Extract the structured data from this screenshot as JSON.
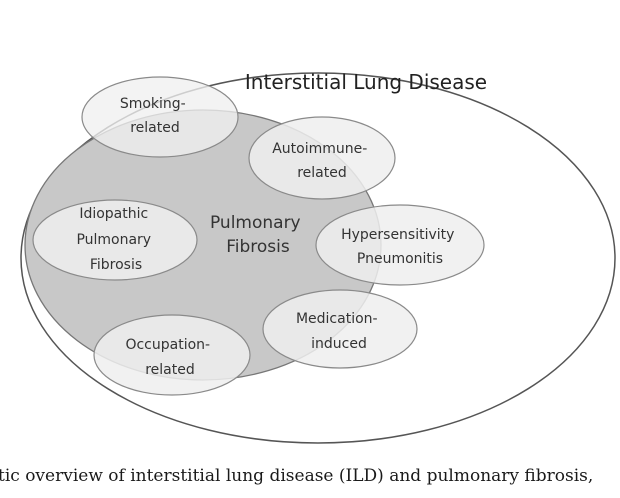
{
  "diagram": {
    "outer_label": "Interstitial Lung Disease",
    "inner_label": [
      "Pulmonary",
      "Fibrosis"
    ],
    "subtypes": [
      {
        "id": "smoking",
        "lines": [
          "Smoking-",
          "related"
        ]
      },
      {
        "id": "autoimmune",
        "lines": [
          "Autoimmune-",
          "related"
        ]
      },
      {
        "id": "idiopathic",
        "lines": [
          "Idiopathic",
          "Pulmonary",
          "Fibrosis"
        ]
      },
      {
        "id": "hypersensitivity",
        "lines": [
          "Hypersensitivity",
          "Pneumonitis"
        ]
      },
      {
        "id": "medication",
        "lines": [
          "Medication-",
          "induced"
        ]
      },
      {
        "id": "occupation",
        "lines": [
          "Occupation-",
          "related"
        ]
      }
    ],
    "colors": {
      "outer_fill": "#ffffff",
      "outer_stroke": "#555555",
      "pf_fill": "#c8c8c8",
      "pf_stroke": "#777777",
      "subtype_fill": "#efefef",
      "subtype_stroke": "#8a8a8a"
    }
  },
  "caption": "tic overview of interstitial lung disease (ILD) and pulmonary fibrosis,"
}
